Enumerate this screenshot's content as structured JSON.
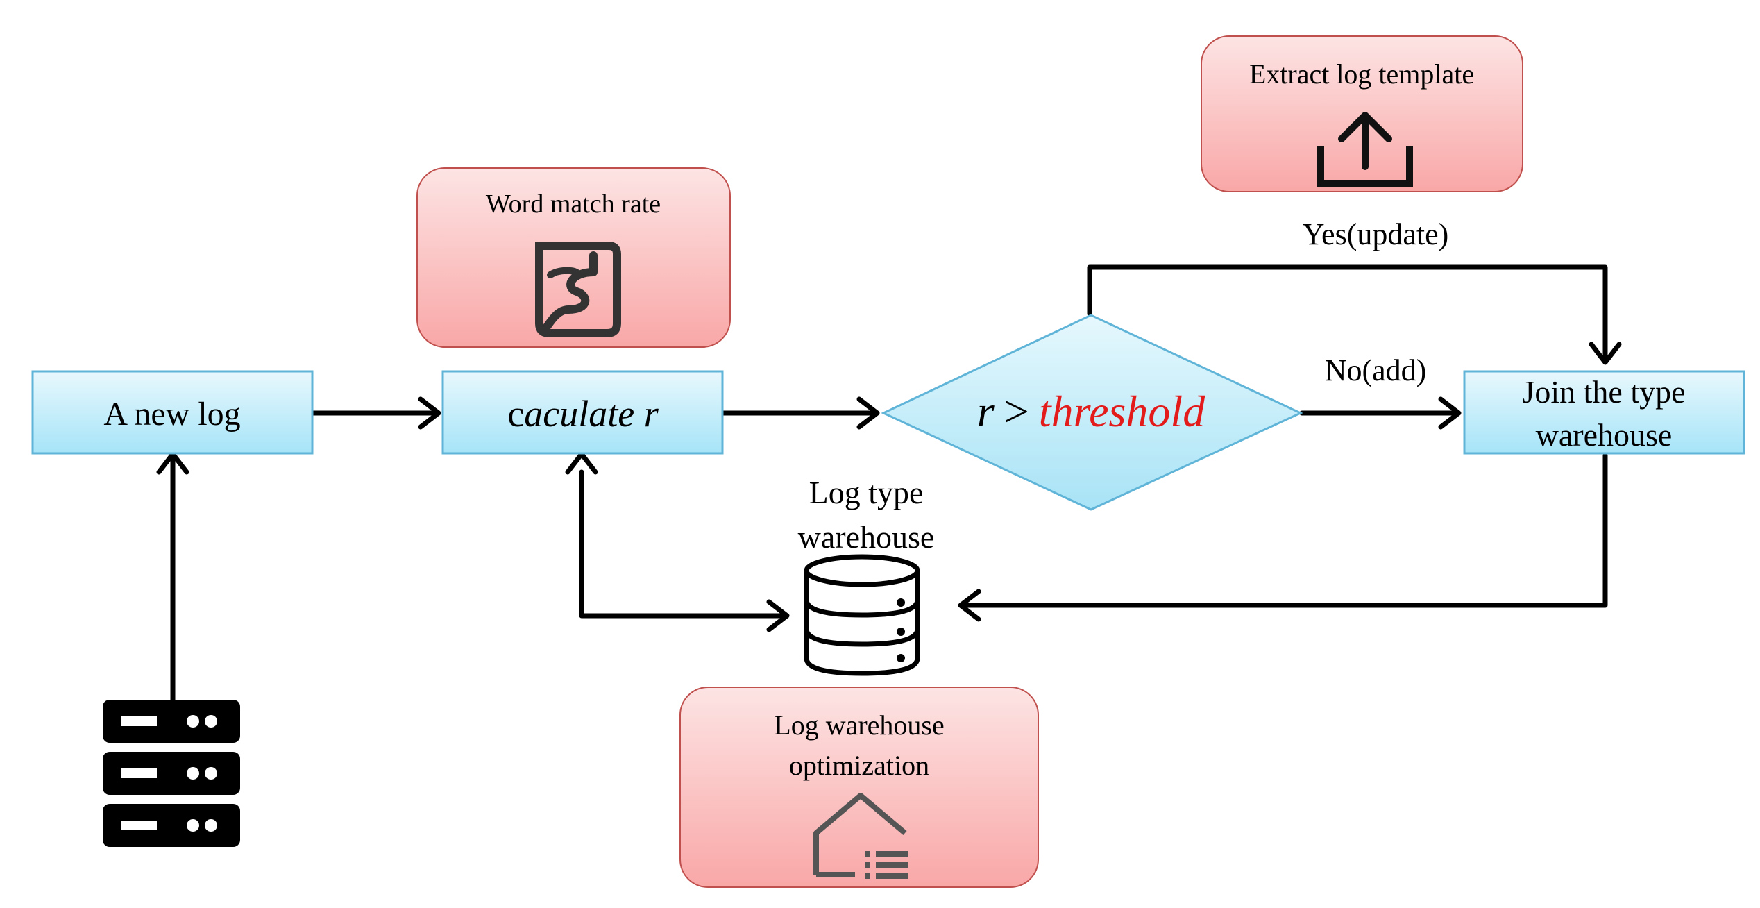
{
  "nodes": {
    "new_log": {
      "label": "A new log"
    },
    "calculate": {
      "label_prefix": "c",
      "label_italic": "aculate r"
    },
    "decision": {
      "label_r": "r",
      "label_gt": ">",
      "label_threshold": "threshold"
    },
    "join": {
      "line1": "Join the type",
      "line2": "warehouse"
    },
    "warehouse": {
      "line1": "Log type",
      "line2": "warehouse"
    }
  },
  "annotations": {
    "word_match": {
      "label": "Word match rate",
      "icon": "merge-s-icon"
    },
    "extract": {
      "label": "Extract log template",
      "icon": "upload-icon"
    },
    "optimization": {
      "line1": "Log warehouse",
      "line2": "optimization",
      "icon": "home-list-icon"
    }
  },
  "edges": {
    "yes_label": "Yes(update)",
    "no_label": "No(add)"
  },
  "icons": {
    "server": "server-rack-icon",
    "database": "database-icon"
  },
  "colors": {
    "blue_box_top": "#e8f8fd",
    "blue_box_bottom": "#a6e4f8",
    "blue_border": "#5fb4d8",
    "pink_top": "#fde4e4",
    "pink_bottom": "#f9a7a7",
    "pink_border": "#c0504d",
    "threshold_text": "#e31b1b"
  }
}
